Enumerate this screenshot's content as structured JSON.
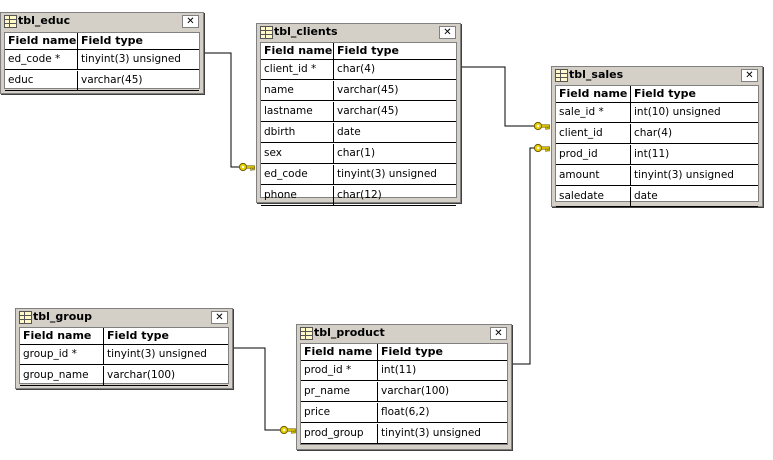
{
  "headers": {
    "field_name": "Field name",
    "field_type": "Field type"
  },
  "tables": {
    "educ": {
      "name": "tbl_educ",
      "rows": [
        {
          "field": "ed_code *",
          "type": "tinyint(3) unsigned"
        },
        {
          "field": "educ",
          "type": "varchar(45)"
        }
      ]
    },
    "clients": {
      "name": "tbl_clients",
      "rows": [
        {
          "field": "client_id *",
          "type": "char(4)"
        },
        {
          "field": "name",
          "type": "varchar(45)"
        },
        {
          "field": "lastname",
          "type": "varchar(45)"
        },
        {
          "field": "dbirth",
          "type": "date"
        },
        {
          "field": "sex",
          "type": "char(1)"
        },
        {
          "field": "ed_code",
          "type": "tinyint(3) unsigned"
        },
        {
          "field": "phone",
          "type": "char(12)"
        }
      ]
    },
    "sales": {
      "name": "tbl_sales",
      "rows": [
        {
          "field": "sale_id *",
          "type": "int(10) unsigned"
        },
        {
          "field": "client_id",
          "type": "char(4)"
        },
        {
          "field": "prod_id",
          "type": "int(11)"
        },
        {
          "field": "amount",
          "type": "tinyint(3) unsigned"
        },
        {
          "field": "saledate",
          "type": "date"
        }
      ]
    },
    "group": {
      "name": "tbl_group",
      "rows": [
        {
          "field": "group_id *",
          "type": "tinyint(3) unsigned"
        },
        {
          "field": "group_name",
          "type": "varchar(100)"
        }
      ]
    },
    "product": {
      "name": "tbl_product",
      "rows": [
        {
          "field": "prod_id *",
          "type": "int(11)"
        },
        {
          "field": "pr_name",
          "type": "varchar(100)"
        },
        {
          "field": "price",
          "type": "float(6,2)"
        },
        {
          "field": "prod_group",
          "type": "tinyint(3) unsigned"
        }
      ]
    }
  },
  "relationships": [
    {
      "from": "tbl_educ.ed_code",
      "to": "tbl_clients.ed_code"
    },
    {
      "from": "tbl_clients.client_id",
      "to": "tbl_sales.client_id"
    },
    {
      "from": "tbl_product.prod_id",
      "to": "tbl_sales.prod_id"
    },
    {
      "from": "tbl_group.group_id",
      "to": "tbl_product.prod_group"
    }
  ],
  "colors": {
    "window": "#d4d0c8",
    "key": "#e8d000",
    "line": "#000000"
  },
  "icons": {
    "table": "table-grid-icon",
    "close": "close-x-icon",
    "key": "key-icon"
  }
}
